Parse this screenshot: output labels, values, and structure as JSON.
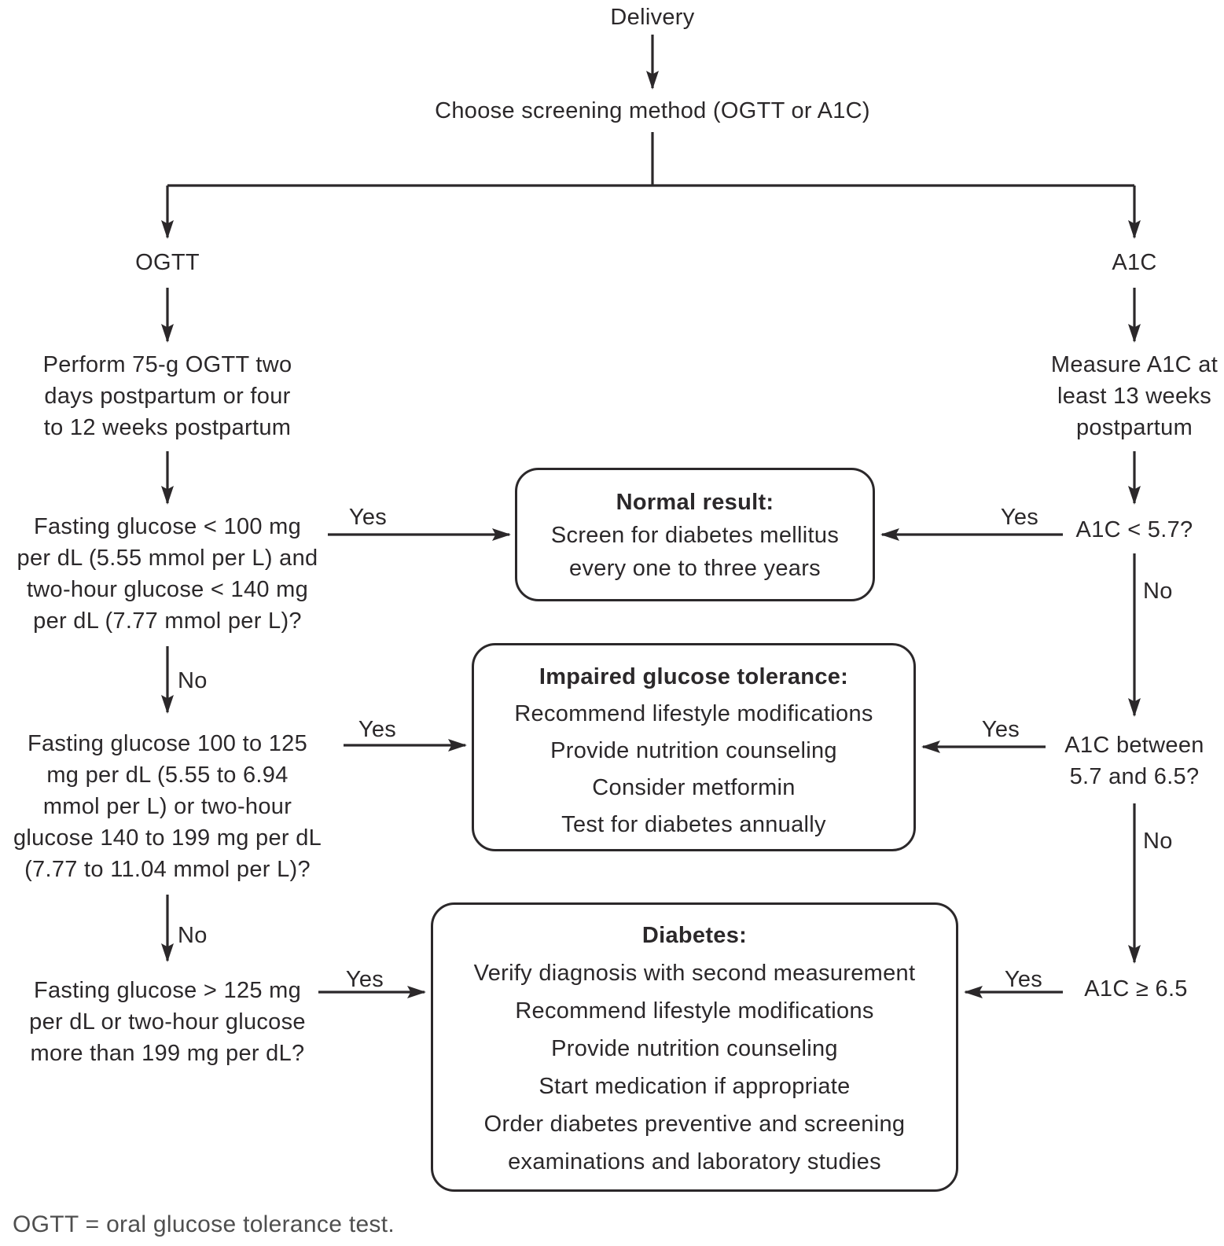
{
  "colors": {
    "ink": "#2b282a",
    "muted": "#4f4f4f",
    "bg": "#ffffff"
  },
  "flow": {
    "delivery": "Delivery",
    "choose": "Choose screening method (OGTT or A1C)",
    "yes": "Yes",
    "no": "No",
    "ogtt": {
      "label": "OGTT",
      "step": [
        "Perform 75-g OGTT two",
        "days postpartum or four",
        "to 12 weeks postpartum"
      ],
      "q1": [
        "Fasting glucose < 100 mg",
        "per dL (5.55 mmol per L) and",
        "two-hour glucose < 140 mg",
        "per dL (7.77 mmol per L)?"
      ],
      "q2": [
        "Fasting glucose 100 to 125",
        "mg per dL (5.55 to 6.94",
        "mmol per L) or two-hour",
        "glucose 140 to 199 mg per dL",
        "(7.77 to 11.04 mmol per L)?"
      ],
      "q3": [
        "Fasting glucose > 125 mg",
        "per dL or two-hour glucose",
        "more than 199 mg per dL?"
      ]
    },
    "a1c": {
      "label": "A1C",
      "step": [
        "Measure A1C at",
        "least 13 weeks",
        "postpartum"
      ],
      "q1": "A1C < 5.7?",
      "q2": [
        "A1C between",
        "5.7 and 6.5?"
      ],
      "q3": "A1C ≥ 6.5"
    }
  },
  "boxes": {
    "normal": {
      "title": "Normal result:",
      "lines": [
        "Screen for diabetes mellitus",
        "every one to three years"
      ]
    },
    "impaired": {
      "title": "Impaired glucose tolerance:",
      "lines": [
        "Recommend lifestyle modifications",
        "Provide nutrition counseling",
        "Consider metformin",
        "Test for diabetes annually"
      ]
    },
    "diabetes": {
      "title": "Diabetes:",
      "lines": [
        "Verify diagnosis with second measurement",
        "Recommend lifestyle modifications",
        "Provide nutrition counseling",
        "Start medication if appropriate",
        "Order diabetes preventive and screening",
        "examinations and laboratory studies"
      ]
    }
  },
  "footnote": "OGTT = oral glucose tolerance test."
}
